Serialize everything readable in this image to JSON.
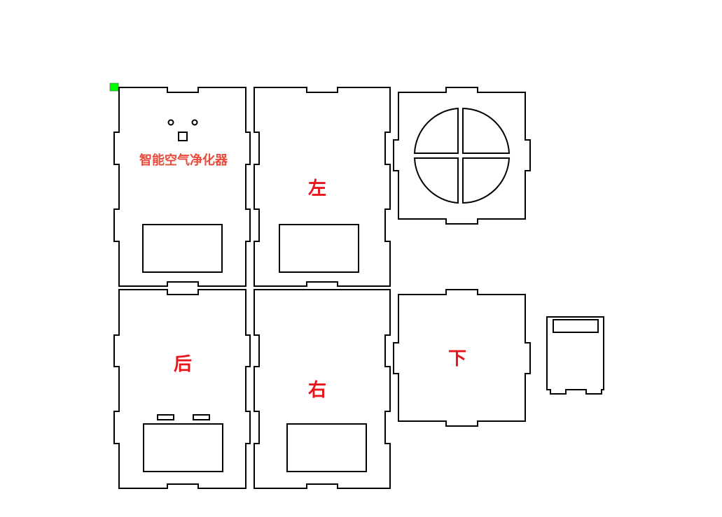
{
  "canvas": {
    "marker_color": "#00ff00",
    "stroke_color": "#000000",
    "label_color": "#e8161b",
    "title_color": "#e84b3c"
  },
  "panels": {
    "front": {
      "title": "智能空气净化器"
    },
    "left": {
      "label": "左"
    },
    "top": {
      "label": ""
    },
    "back": {
      "label": "后"
    },
    "right": {
      "label": "右"
    },
    "bottom": {
      "label": "下"
    },
    "small": {
      "label": ""
    }
  }
}
